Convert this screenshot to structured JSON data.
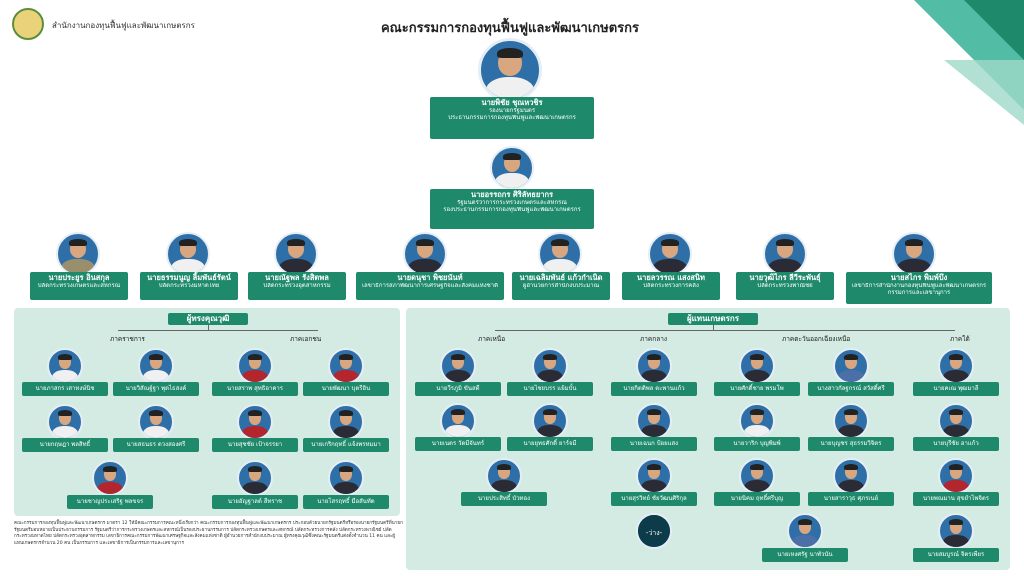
{
  "header": {
    "org_name": "สำนักงานกองทุนฟื้นฟูและพัฒนาเกษตรกร",
    "title": "คณะกรรมการกองทุนฟื้นฟูและพัฒนาเกษตรกร"
  },
  "colors": {
    "green": "#1f8a6b",
    "panel": "#d4ebe4",
    "accent": "#3fb59b"
  },
  "chair": {
    "name": "นายพิชัย ชุณหวชิร",
    "line1": "รองนายกรัฐมนตรี",
    "line2": "ประธานกรรมการกองทุนฟื้นฟูและพัฒนาเกษตรกร"
  },
  "vice": {
    "name": "นายอรรถกร ศิริลัทธยากร",
    "line1": "รัฐมนตรีว่าการกระทรวงเกษตรและสหกรณ์",
    "line2": "รองประธานกรรมการกองทุนฟื้นฟูและพัฒนาเกษตรกร"
  },
  "members": [
    {
      "name": "นายประยูร อินสกุล",
      "pos": "ปลัดกระทรวงเกษตรและสหกรณ์"
    },
    {
      "name": "นายธรรมนูญ ลิ้มพันธ์รัตน์",
      "pos": "ปลัดกระทรวงมหาดไทย"
    },
    {
      "name": "นายณัฐพล รังสิตพล",
      "pos": "ปลัดกระทรวงอุตสาหกรรม"
    },
    {
      "name": "นายดนุชา พิชยนันท์",
      "pos": "เลขาธิการสภาพัฒนาการเศรษฐกิจและสังคมแห่งชาติ"
    },
    {
      "name": "นายเฉลิมพันธ์ แก้วกำเนิด",
      "pos": "ผู้อำนวยการสำนักงบประมาณ"
    },
    {
      "name": "นายลวรรณ แสงสนิท",
      "pos": "ปลัดกระทรวงการคลัง"
    },
    {
      "name": "นายวุฒิไกร ลีวีระพันธุ์",
      "pos": "ปลัดกระทรวงพาณิชย์"
    },
    {
      "name": "นายสไกร พิมพ์บึง",
      "pos": "เลขาธิการสำนักงานกองทุนฟื้นฟูและพัฒนาเกษตรกร",
      "pos2": "กรรมการและเลขานุการ"
    }
  ],
  "experts": {
    "title": "ผู้ทรงคุณวุฒิ",
    "group_a": "ภาคราชการ",
    "group_b": "ภาคเอกชน",
    "people": [
      "นายภาสกร เสาหงษ์นิช",
      "นายวิสัณฐ์ฐา พุดไธสงค์",
      "นายสราพ สุทธิอาคาร",
      "นายพัฒนา บุตรีอิน",
      "นายกฤษฎา พลสิทธิ์",
      "นายสธนธร ดวงสองศรี",
      "นายสุชชัย เป้าจรรยา",
      "นายเกริกฤทธิ์ แจ้งพรหมมา",
      "นายชาญประเสริฐ พลขจร",
      "นายอัญฐาลด์ สีทราช",
      "นายโสรฤทธิ์ มือสันทัด"
    ]
  },
  "reps": {
    "title": "ผู้แทนเกษตรกร",
    "regions": [
      "ภาคเหนือ",
      "ภาคกลาง",
      "ภาคตะวันออกเฉียงเหนือ",
      "ภาคใต้"
    ],
    "people": [
      "นายวีรภูมิ ขันสดี",
      "นายไชยบรร แย้มบั้น",
      "นายกิตติพล ตะพานแก้ว",
      "นายศักดิ์ชาย พรมโพ",
      "นางสาวกัลฐกรณ์ สวัสดิ์ศรี",
      "นายคเณ พุฒมาลี",
      "นายเนตร วัดมีจันทร์",
      "นายยุทธศักดิ์ ยาร์จมี",
      "นายเฉนก ป้อยแสง",
      "นายวาริก บุญพิมพ์",
      "นายบุญชร สุธรรมวิจิตร",
      "นายบุรีชัย ฮาแก้ว",
      "นายประสิทธิ์ บัวทอง",
      "นายสุรวิทย์ ชัยวัฒนศิริกุล",
      "นายนิคม ฤทธิ์ศรีบุญ",
      "นายสาราวุธ ศุภรเนย์",
      "นายพณมาน สุขยำไพจิตร",
      "นายเหงศรัฐ นาพัวนัน",
      "นายสมบูรณ์ จิตรเพียร"
    ],
    "vacant": "-ว่าง-"
  },
  "footnote": "คณะกรรมการกองทุนฟื้นฟูและพัฒนาเกษตรกร มาตรา 12 ให้มีคณะกรรมการคณะหนึ่งเรียกว่า คณะกรรมการกองทุนฟื้นฟูและพัฒนาเกษตรกร ประกอบด้วยนายกรัฐมนตรีหรือรองนายกรัฐมนตรีที่นายกรัฐมนตรีมอบหมายเป็นประธานกรรมการ รัฐมนตรีว่าการกระทรวงเกษตรและสหกรณ์เป็นรองประธานกรรมการ ปลัดกระทรวงเกษตรและสหกรณ์ ปลัดกระทรวงการคลัง ปลัดกระทรวงพาณิชย์ ปลัดกระทรวงมหาดไทย ปลัดกระทรวงอุตสาหกรรม เลขาธิการคณะกรรมการพัฒนาเศรษฐกิจและสังคมแห่งชาติ ผู้อำนวยการสำนักงบประมาณ ผู้ทรงคุณวุฒิซึ่งคณะรัฐมนตรีแต่งตั้งจำนวน 11 คน และผู้แทนเกษตรกรจำนวน 20 คน เป็นกรรมการ และเลขาธิการเป็นกรรมการและเลขานุการ"
}
